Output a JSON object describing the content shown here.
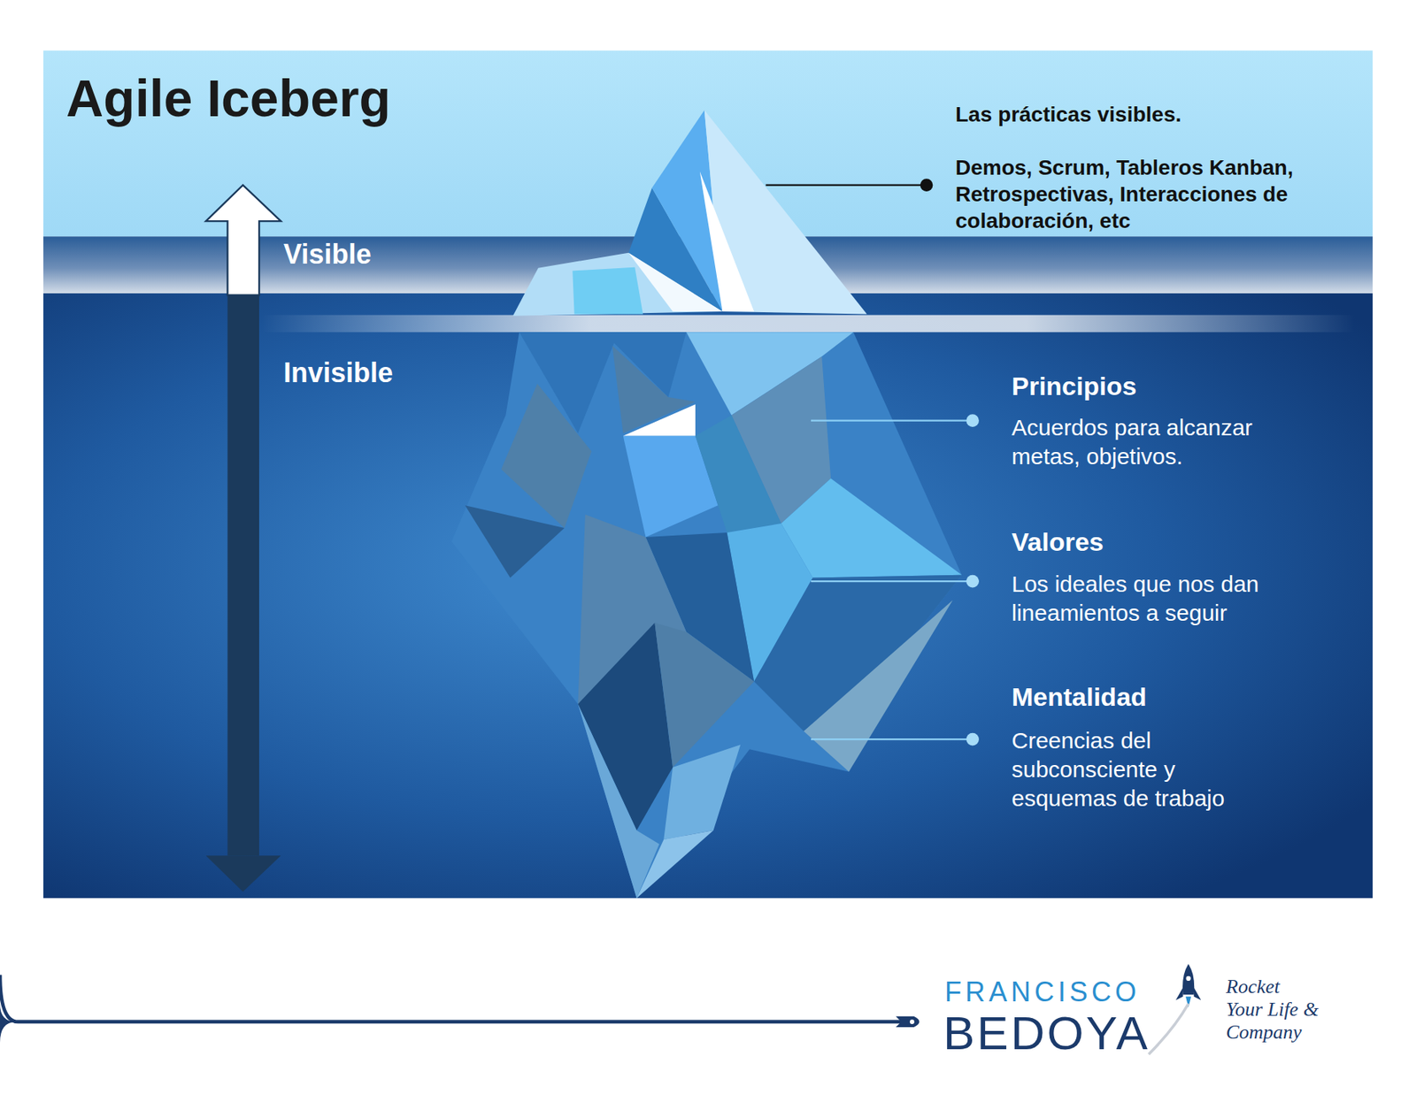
{
  "diagram": {
    "title": "Agile Iceberg",
    "labels": [
      "Visible",
      "Invisible",
      "Las prácticas visibles.",
      "Demos, Scrum, Tableros Kanban, Retrospectivas, Interacciones de colaboración, etc",
      "Principios",
      "Acuerdos para alcanzar metas, objetivos.",
      "Valores",
      "Los ideales que nos dan lineamientos a seguir",
      "Mentalidad",
      "Creencias del subconsciente y esquemas de trabajo",
      "FRANCISCO",
      "BEDOYA",
      "Rocket Your Life & Company"
    ]
  }
}
